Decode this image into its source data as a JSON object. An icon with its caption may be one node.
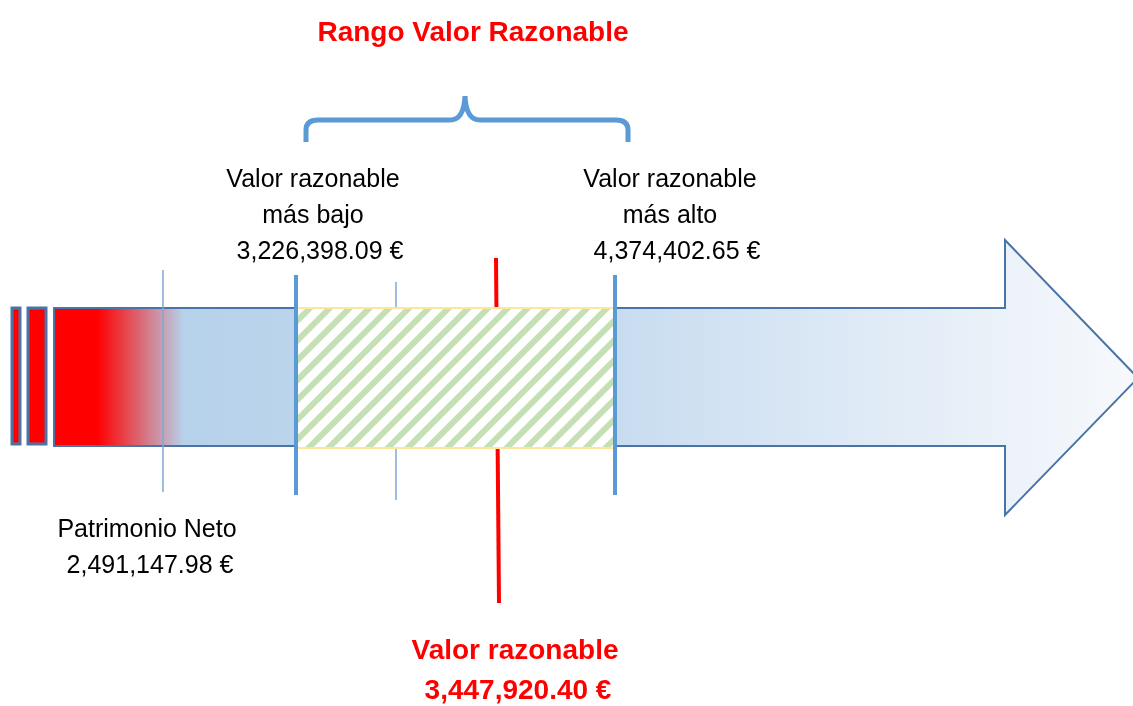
{
  "diagram": {
    "labels": [
      "Rango Valor Razonable",
      "Valor razonable más bajo",
      "3,226,398.09 €",
      "Valor razonable más alto",
      "4,374,402.65 €",
      "Patrimonio Neto",
      "2,491,147.98 €",
      "Valor razonable",
      "3,447,920.40 €"
    ]
  }
}
